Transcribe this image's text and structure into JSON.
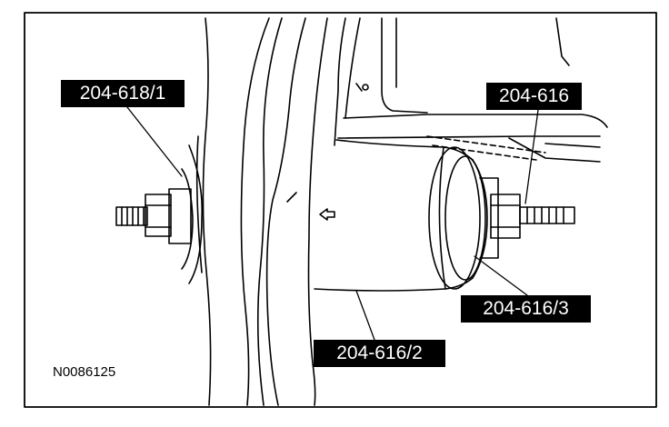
{
  "callouts": {
    "tool_618_1": "204-618/1",
    "tool_616": "204-616",
    "tool_616_3": "204-616/3",
    "tool_616_2": "204-616/2"
  },
  "figure_id": "N0086125",
  "colors": {
    "line": "#000000",
    "background": "#ffffff",
    "label_bg": "#000000",
    "label_text": "#ffffff"
  }
}
